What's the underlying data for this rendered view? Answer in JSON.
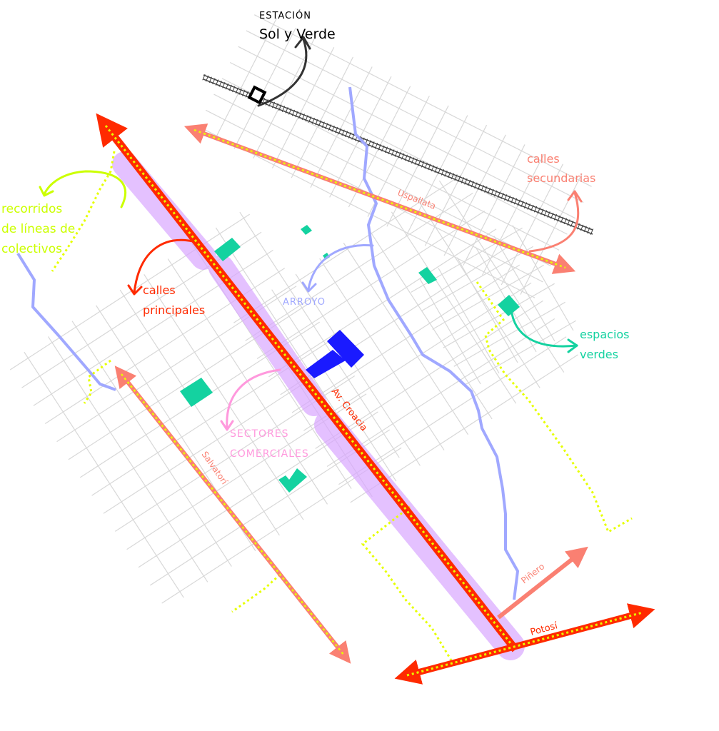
{
  "station": {
    "caption": "ESTACIÓN",
    "name": "Sol y Verde"
  },
  "legend": {
    "secondary_streets": [
      "calles",
      "secundarias"
    ],
    "bus_routes": [
      "recorridos",
      "de líneas de",
      "colectivos"
    ],
    "main_streets": [
      "calles",
      "principales"
    ],
    "stream": "ARROYO",
    "green_spaces": [
      "espacios",
      "verdes"
    ],
    "commercial_sectors": [
      "SECTORES",
      "COMERCIALES"
    ]
  },
  "streets": {
    "uspallata": "Uspallata",
    "croacia": "Av. Croacia",
    "salvatori": "Salvatorí",
    "pinero": "Piñero",
    "potosi": "Potosí"
  },
  "colors": {
    "main": "#ff2a00",
    "secondary": "#fa8072",
    "bus": "#e6ff00",
    "stream": "#a0a8ff",
    "green": "#14d2a0",
    "commercial": "#d9a6ff",
    "landmark": "#1a1aff",
    "station": "#222222"
  }
}
